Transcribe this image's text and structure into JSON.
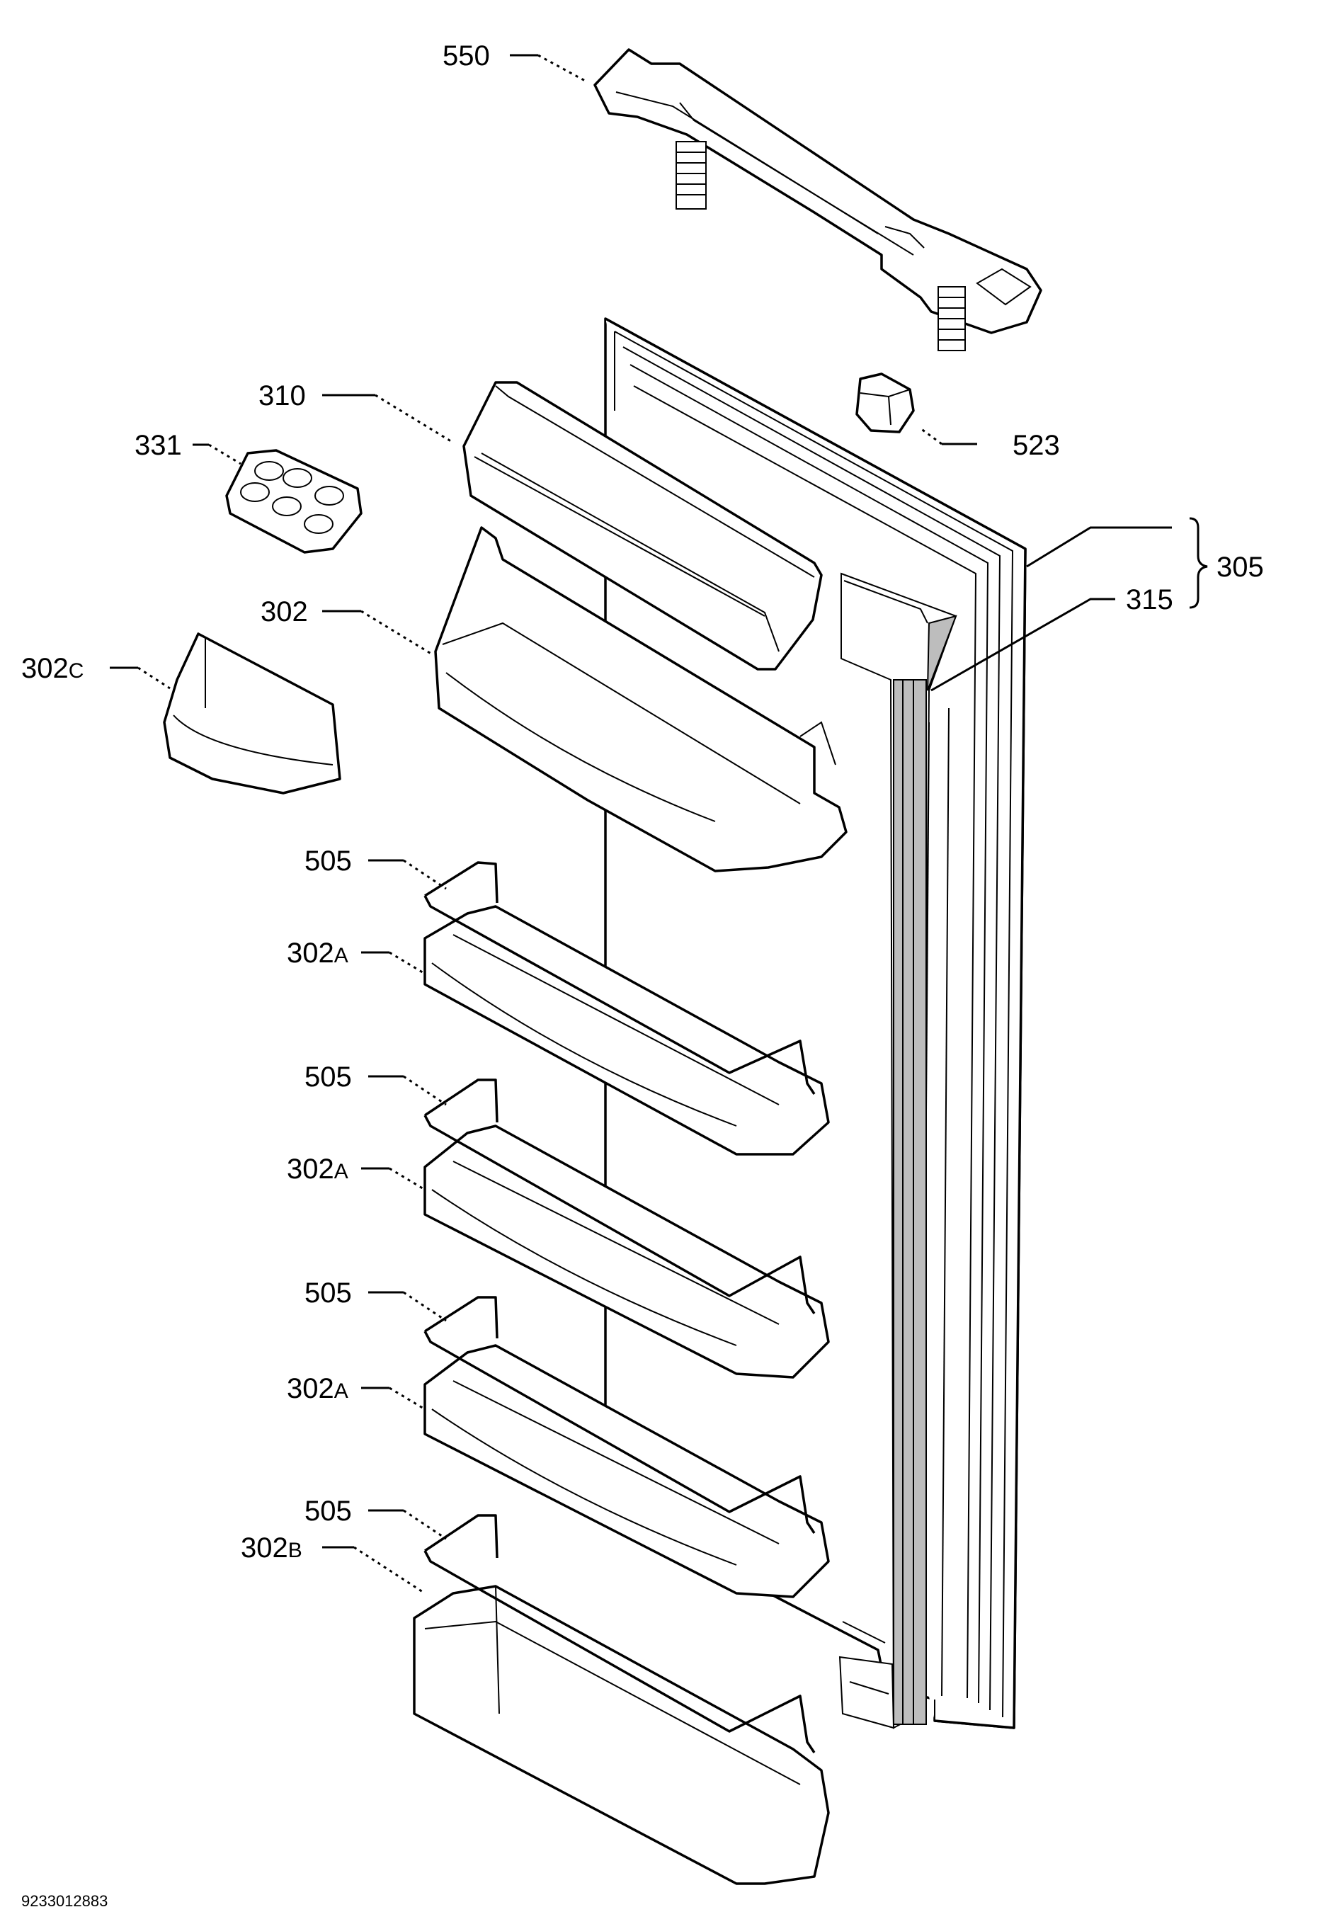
{
  "diagram": {
    "document_number": "9233012883",
    "callouts": [
      {
        "id": "550",
        "text": "550",
        "suffix": ""
      },
      {
        "id": "523",
        "text": "523",
        "suffix": ""
      },
      {
        "id": "310",
        "text": "310",
        "suffix": ""
      },
      {
        "id": "331",
        "text": "331",
        "suffix": ""
      },
      {
        "id": "305",
        "text": "305",
        "suffix": ""
      },
      {
        "id": "315",
        "text": "315",
        "suffix": ""
      },
      {
        "id": "302",
        "text": "302",
        "suffix": ""
      },
      {
        "id": "302c",
        "text": "302",
        "suffix": "C"
      },
      {
        "id": "505a",
        "text": "505",
        "suffix": ""
      },
      {
        "id": "302a1",
        "text": "302",
        "suffix": "A"
      },
      {
        "id": "505b",
        "text": "505",
        "suffix": ""
      },
      {
        "id": "302a2",
        "text": "302",
        "suffix": "A"
      },
      {
        "id": "505c",
        "text": "505",
        "suffix": ""
      },
      {
        "id": "302a3",
        "text": "302",
        "suffix": "A"
      },
      {
        "id": "505d",
        "text": "505",
        "suffix": ""
      },
      {
        "id": "302b",
        "text": "302",
        "suffix": "B"
      }
    ]
  }
}
